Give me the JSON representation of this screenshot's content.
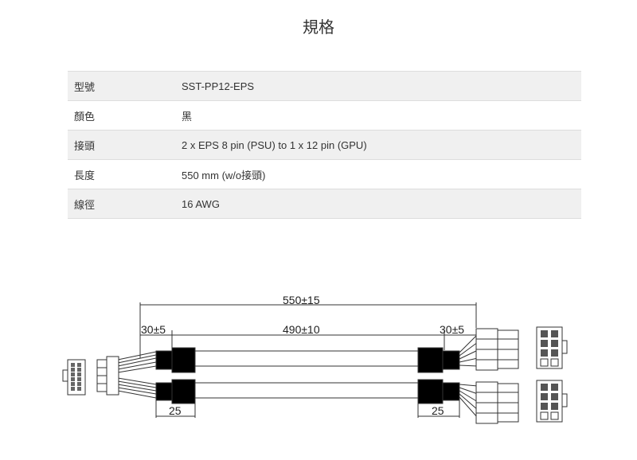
{
  "title": "規格",
  "specs": [
    {
      "label": "型號",
      "value": "SST-PP12-EPS"
    },
    {
      "label": "顏色",
      "value": "黑"
    },
    {
      "label": "接頭",
      "value": "2 x EPS 8 pin (PSU) to 1 x 12 pin (GPU)"
    },
    {
      "label": "長度",
      "value": "550 mm (w/o接頭)"
    },
    {
      "label": "線徑",
      "value": "16 AWG"
    }
  ],
  "diagram": {
    "total": "550±15",
    "middle": "490±10",
    "left_end": "30±5",
    "right_end": "30±5",
    "left_sleeve": "25",
    "right_sleeve": "25"
  }
}
